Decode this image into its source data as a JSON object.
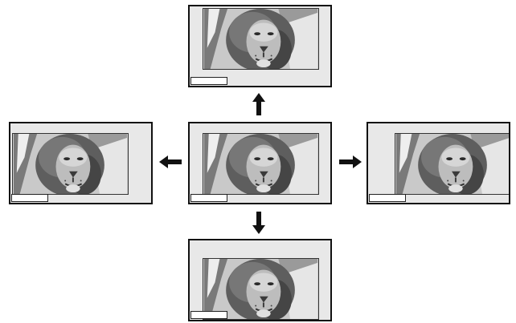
{
  "diagram": {
    "screens": [
      {
        "id": "top",
        "position": "top",
        "picture_shift": "up"
      },
      {
        "id": "left",
        "position": "left",
        "picture_shift": "left"
      },
      {
        "id": "center",
        "position": "center",
        "picture_shift": "none"
      },
      {
        "id": "right",
        "position": "right",
        "picture_shift": "right"
      },
      {
        "id": "bottom",
        "position": "bottom",
        "picture_shift": "down"
      }
    ],
    "arrows": [
      "up",
      "left",
      "right",
      "down"
    ],
    "icons": {
      "image": "lion-photo-icon",
      "arrow": "solid-arrow-icon"
    },
    "colors": {
      "frame": "#111111",
      "screen_background": "#e8e8e8",
      "bar": "#ffffff",
      "arrow": "#111111"
    }
  }
}
